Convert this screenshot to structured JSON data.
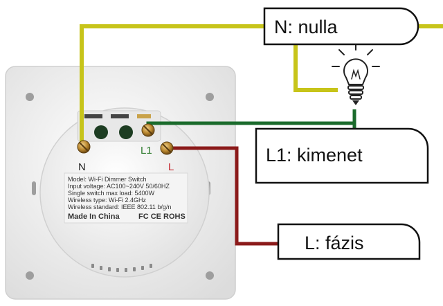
{
  "callouts": {
    "neutral": "N: nulla",
    "output": "L1: kimenet",
    "phase": "L: fázis"
  },
  "terminals": {
    "n": "N",
    "l1": "L1",
    "l": "L"
  },
  "device_label": {
    "line1": "Model:  Wi-Fi Dimmer Switch",
    "line2": "Input voltage:  AC100~240V  50/60HZ",
    "line3": "Single switch max load:  5400W",
    "line4": "Wireless type:  Wi-Fi 2.4GHz",
    "line5": "Wireless standard:  IEEE 802.11 b/g/n",
    "made": "Made In China",
    "marks": "FC CE ROHS"
  },
  "colors": {
    "neutral_wire": "#c7c41a",
    "output_wire": "#1b6b2c",
    "phase_wire": "#8b1a1a",
    "terminal_l1": "#2d7a2d",
    "terminal_l": "#c4222a",
    "plate": "#f2f2f2"
  },
  "icons": {
    "lamp": "light-bulb-icon"
  }
}
